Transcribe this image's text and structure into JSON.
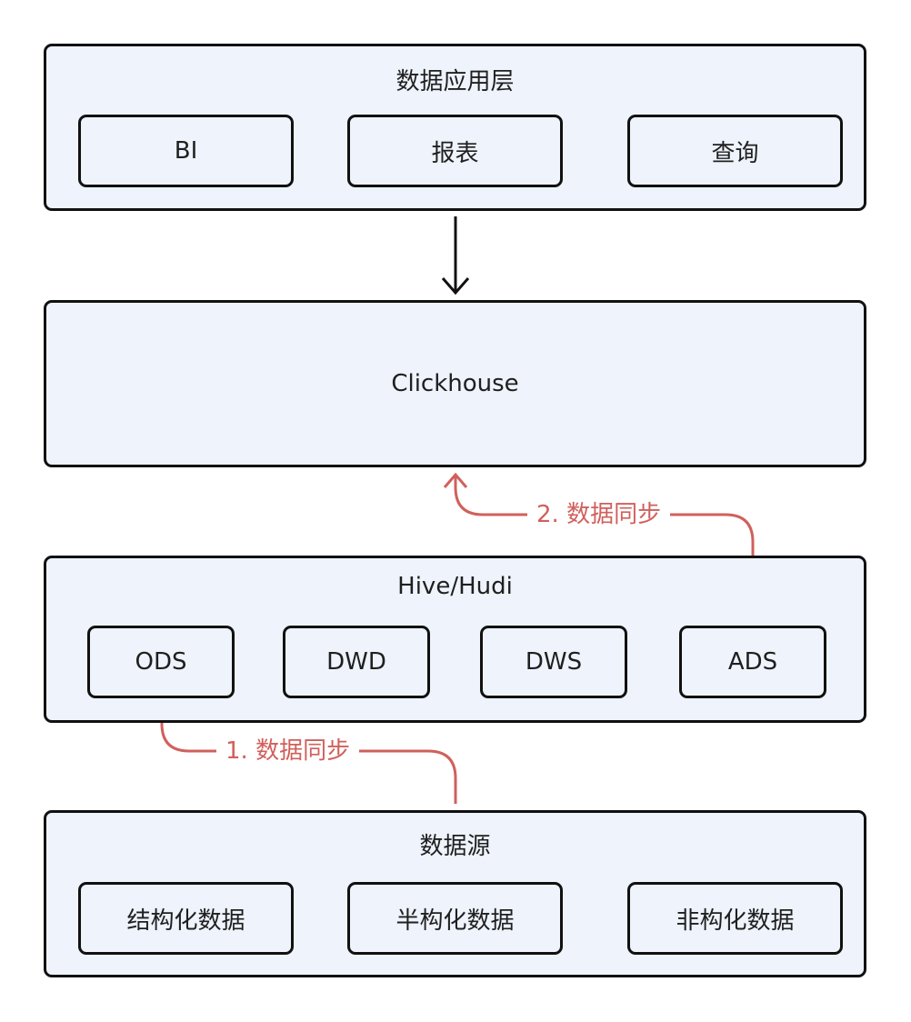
{
  "app_layer": {
    "title": "数据应用层",
    "items": [
      "BI",
      "报表",
      "查询"
    ]
  },
  "clickhouse": {
    "title": "Clickhouse"
  },
  "hive_layer": {
    "title": "Hive/Hudi",
    "items": [
      "ODS",
      "DWD",
      "DWS",
      "ADS"
    ]
  },
  "source_layer": {
    "title": "数据源",
    "items": [
      "结构化数据",
      "半构化数据",
      "非构化数据"
    ]
  },
  "sync": {
    "step1": "1. 数据同步",
    "step2": "2. 数据同步"
  },
  "colors": {
    "box_fill": "#eef3fc",
    "border": "#111111",
    "sync_arrow": "#d0605c"
  }
}
